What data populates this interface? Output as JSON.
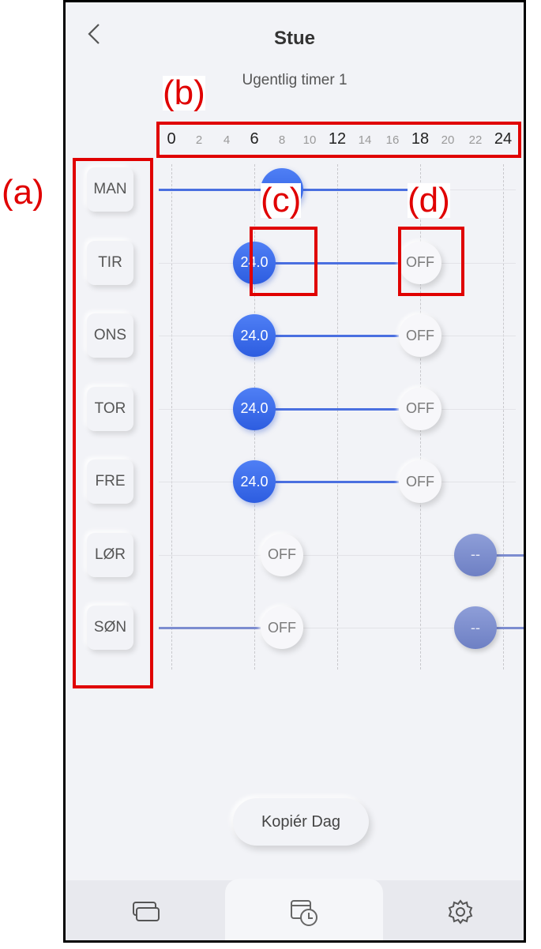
{
  "header": {
    "back_icon": "chevron-left-icon",
    "title": "Stue",
    "subtitle": "Ugentlig timer 1"
  },
  "timeline": {
    "ticks": [
      "0",
      "2",
      "4",
      "6",
      "8",
      "10",
      "12",
      "14",
      "16",
      "18",
      "20",
      "22",
      "24"
    ],
    "major": [
      "0",
      "6",
      "12",
      "18",
      "24"
    ]
  },
  "days": [
    {
      "label": "MAN"
    },
    {
      "label": "TIR",
      "events": [
        {
          "hour": 6,
          "value": "24.0",
          "type": "on"
        },
        {
          "hour": 18,
          "value": "OFF",
          "type": "off"
        }
      ]
    },
    {
      "label": "ONS",
      "events": [
        {
          "hour": 6,
          "value": "24.0",
          "type": "on"
        },
        {
          "hour": 18,
          "value": "OFF",
          "type": "off"
        }
      ]
    },
    {
      "label": "TOR",
      "events": [
        {
          "hour": 6,
          "value": "24.0",
          "type": "on"
        },
        {
          "hour": 18,
          "value": "OFF",
          "type": "off"
        }
      ]
    },
    {
      "label": "FRE",
      "events": [
        {
          "hour": 6,
          "value": "24.0",
          "type": "on"
        },
        {
          "hour": 18,
          "value": "OFF",
          "type": "off"
        }
      ]
    },
    {
      "label": "LØR",
      "events": [
        {
          "hour": 8,
          "value": "OFF",
          "type": "off"
        },
        {
          "hour": 22,
          "value": "--",
          "type": "dash"
        }
      ]
    },
    {
      "label": "SØN",
      "events": [
        {
          "hour": 8,
          "value": "OFF",
          "type": "off"
        },
        {
          "hour": 22,
          "value": "--",
          "type": "dash"
        }
      ]
    }
  ],
  "copy_button": "Kopiér Dag",
  "nav": {
    "items": [
      "devices-icon",
      "schedule-icon",
      "settings-icon"
    ],
    "active": "schedule-icon"
  },
  "annotations": {
    "a": "(a)",
    "b": "(b)",
    "c": "(c)",
    "d": "(d)"
  },
  "colors": {
    "accent": "#2d5de0",
    "highlight": "#e00000",
    "background": "#f2f3f7"
  }
}
